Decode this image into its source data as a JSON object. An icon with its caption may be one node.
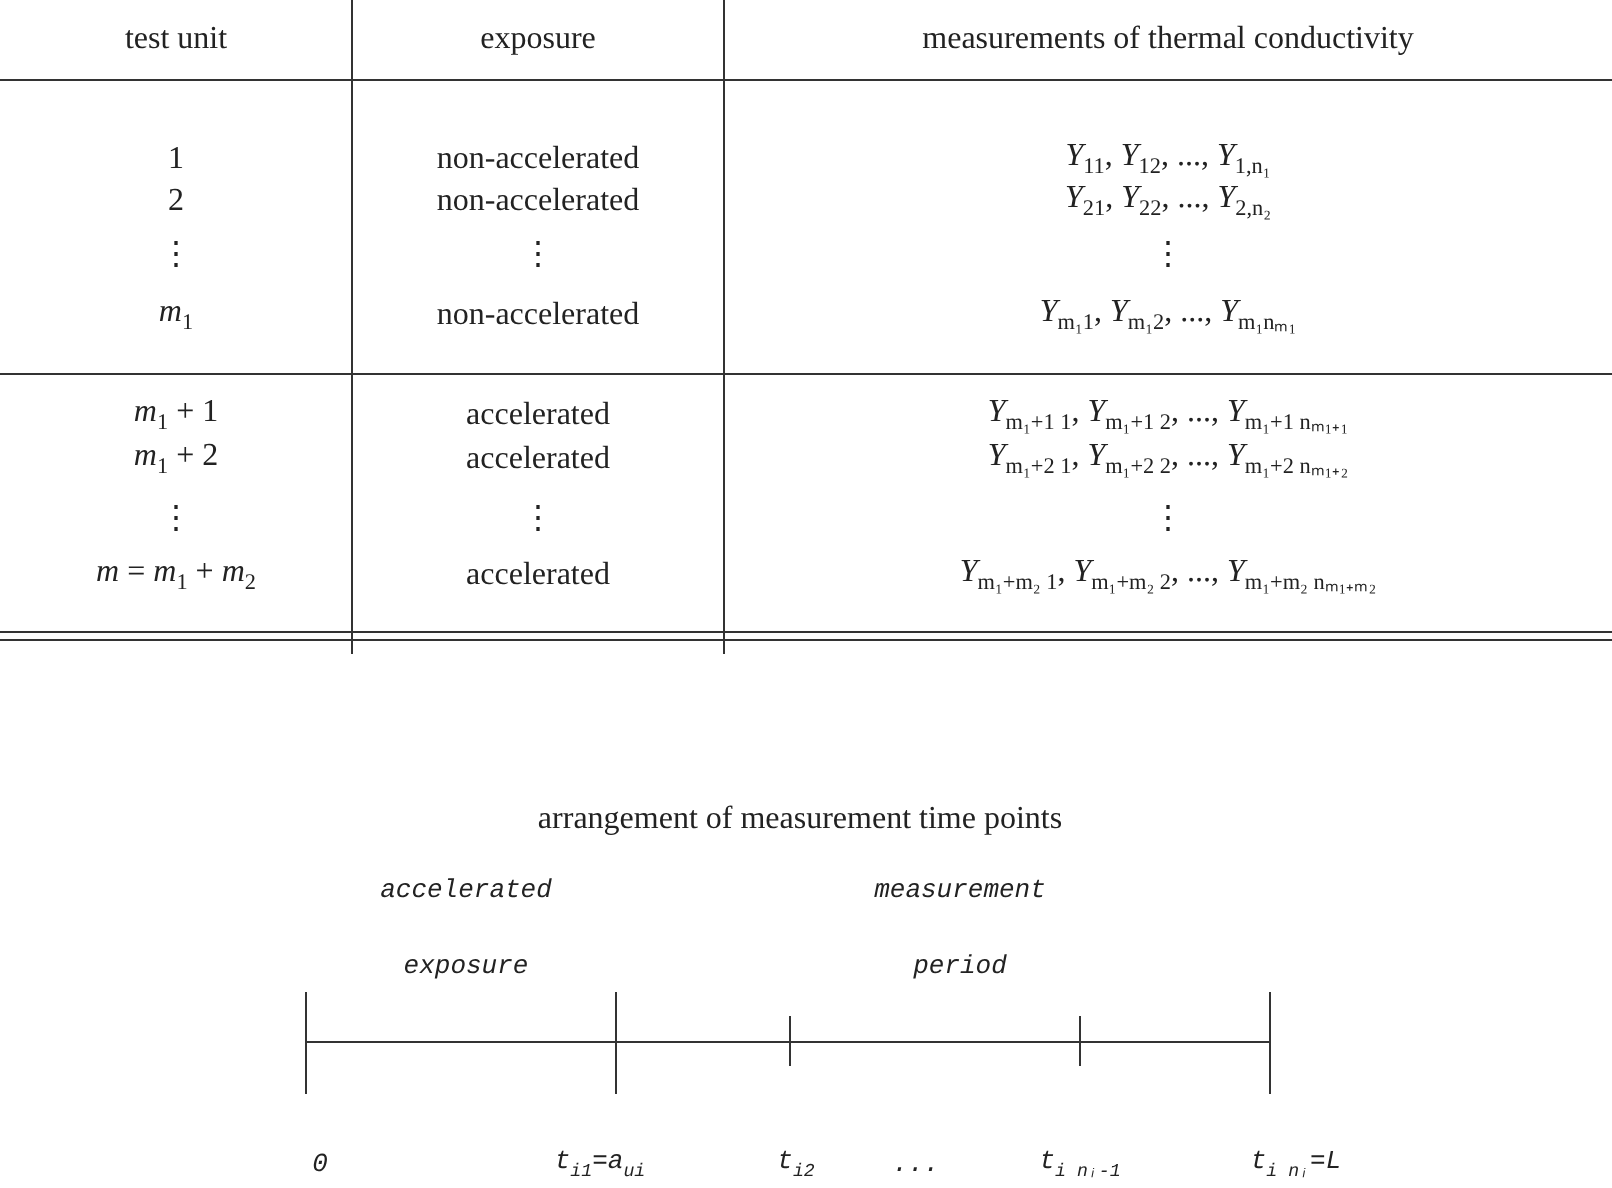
{
  "diagram": {
    "labels": [
      "test unit",
      "exposure",
      "measurements of thermal conductivity",
      "1",
      "non-accelerated",
      "*Y*$_{11}$, *Y*$_{12}$, ..., *Y*$_{1,n₁}$",
      "2",
      "non-accelerated",
      "*Y*$_{21}$, *Y*$_{22}$, ..., *Y*$_{2,n₂}$",
      "⋮",
      "⋮",
      "⋮",
      "*m*$_{1}$",
      "non-accelerated",
      "*Y*$_{m₁1}$, *Y*$_{m₁2}$, ..., *Y*$_{m₁nₘ₁}$",
      "*m*$_{1}$ + 1",
      "accelerated",
      "*Y*$_{m₁+1 1}$, *Y*$_{m₁+1 2}$, ..., *Y*$_{m₁+1 nₘ₁₊₁}$",
      "*m*$_{1}$ + 2",
      "accelerated",
      "*Y*$_{m₁+2 1}$, *Y*$_{m₁+2 2}$, ..., *Y*$_{m₁+2 nₘ₁₊₂}$",
      "⋮",
      "⋮",
      "⋮",
      "*m* = *m*$_{1}$ + *m*$_{2}$",
      "accelerated",
      "*Y*$_{m₁+m₂ 1}$, *Y*$_{m₁+m₂ 2}$, ..., *Y*$_{m₁+m₂ nₘ₁₊ₘ₂}$",
      "arrangement of measurement time points",
      "accelerated",
      "measurement",
      "exposure",
      "period",
      "0",
      "t$_{i1}$=a$_{ui}$",
      "t$_{i2}$",
      "...",
      "t$_{i nᵢ-1}$",
      "t$_{i nᵢ}$=L"
    ]
  }
}
